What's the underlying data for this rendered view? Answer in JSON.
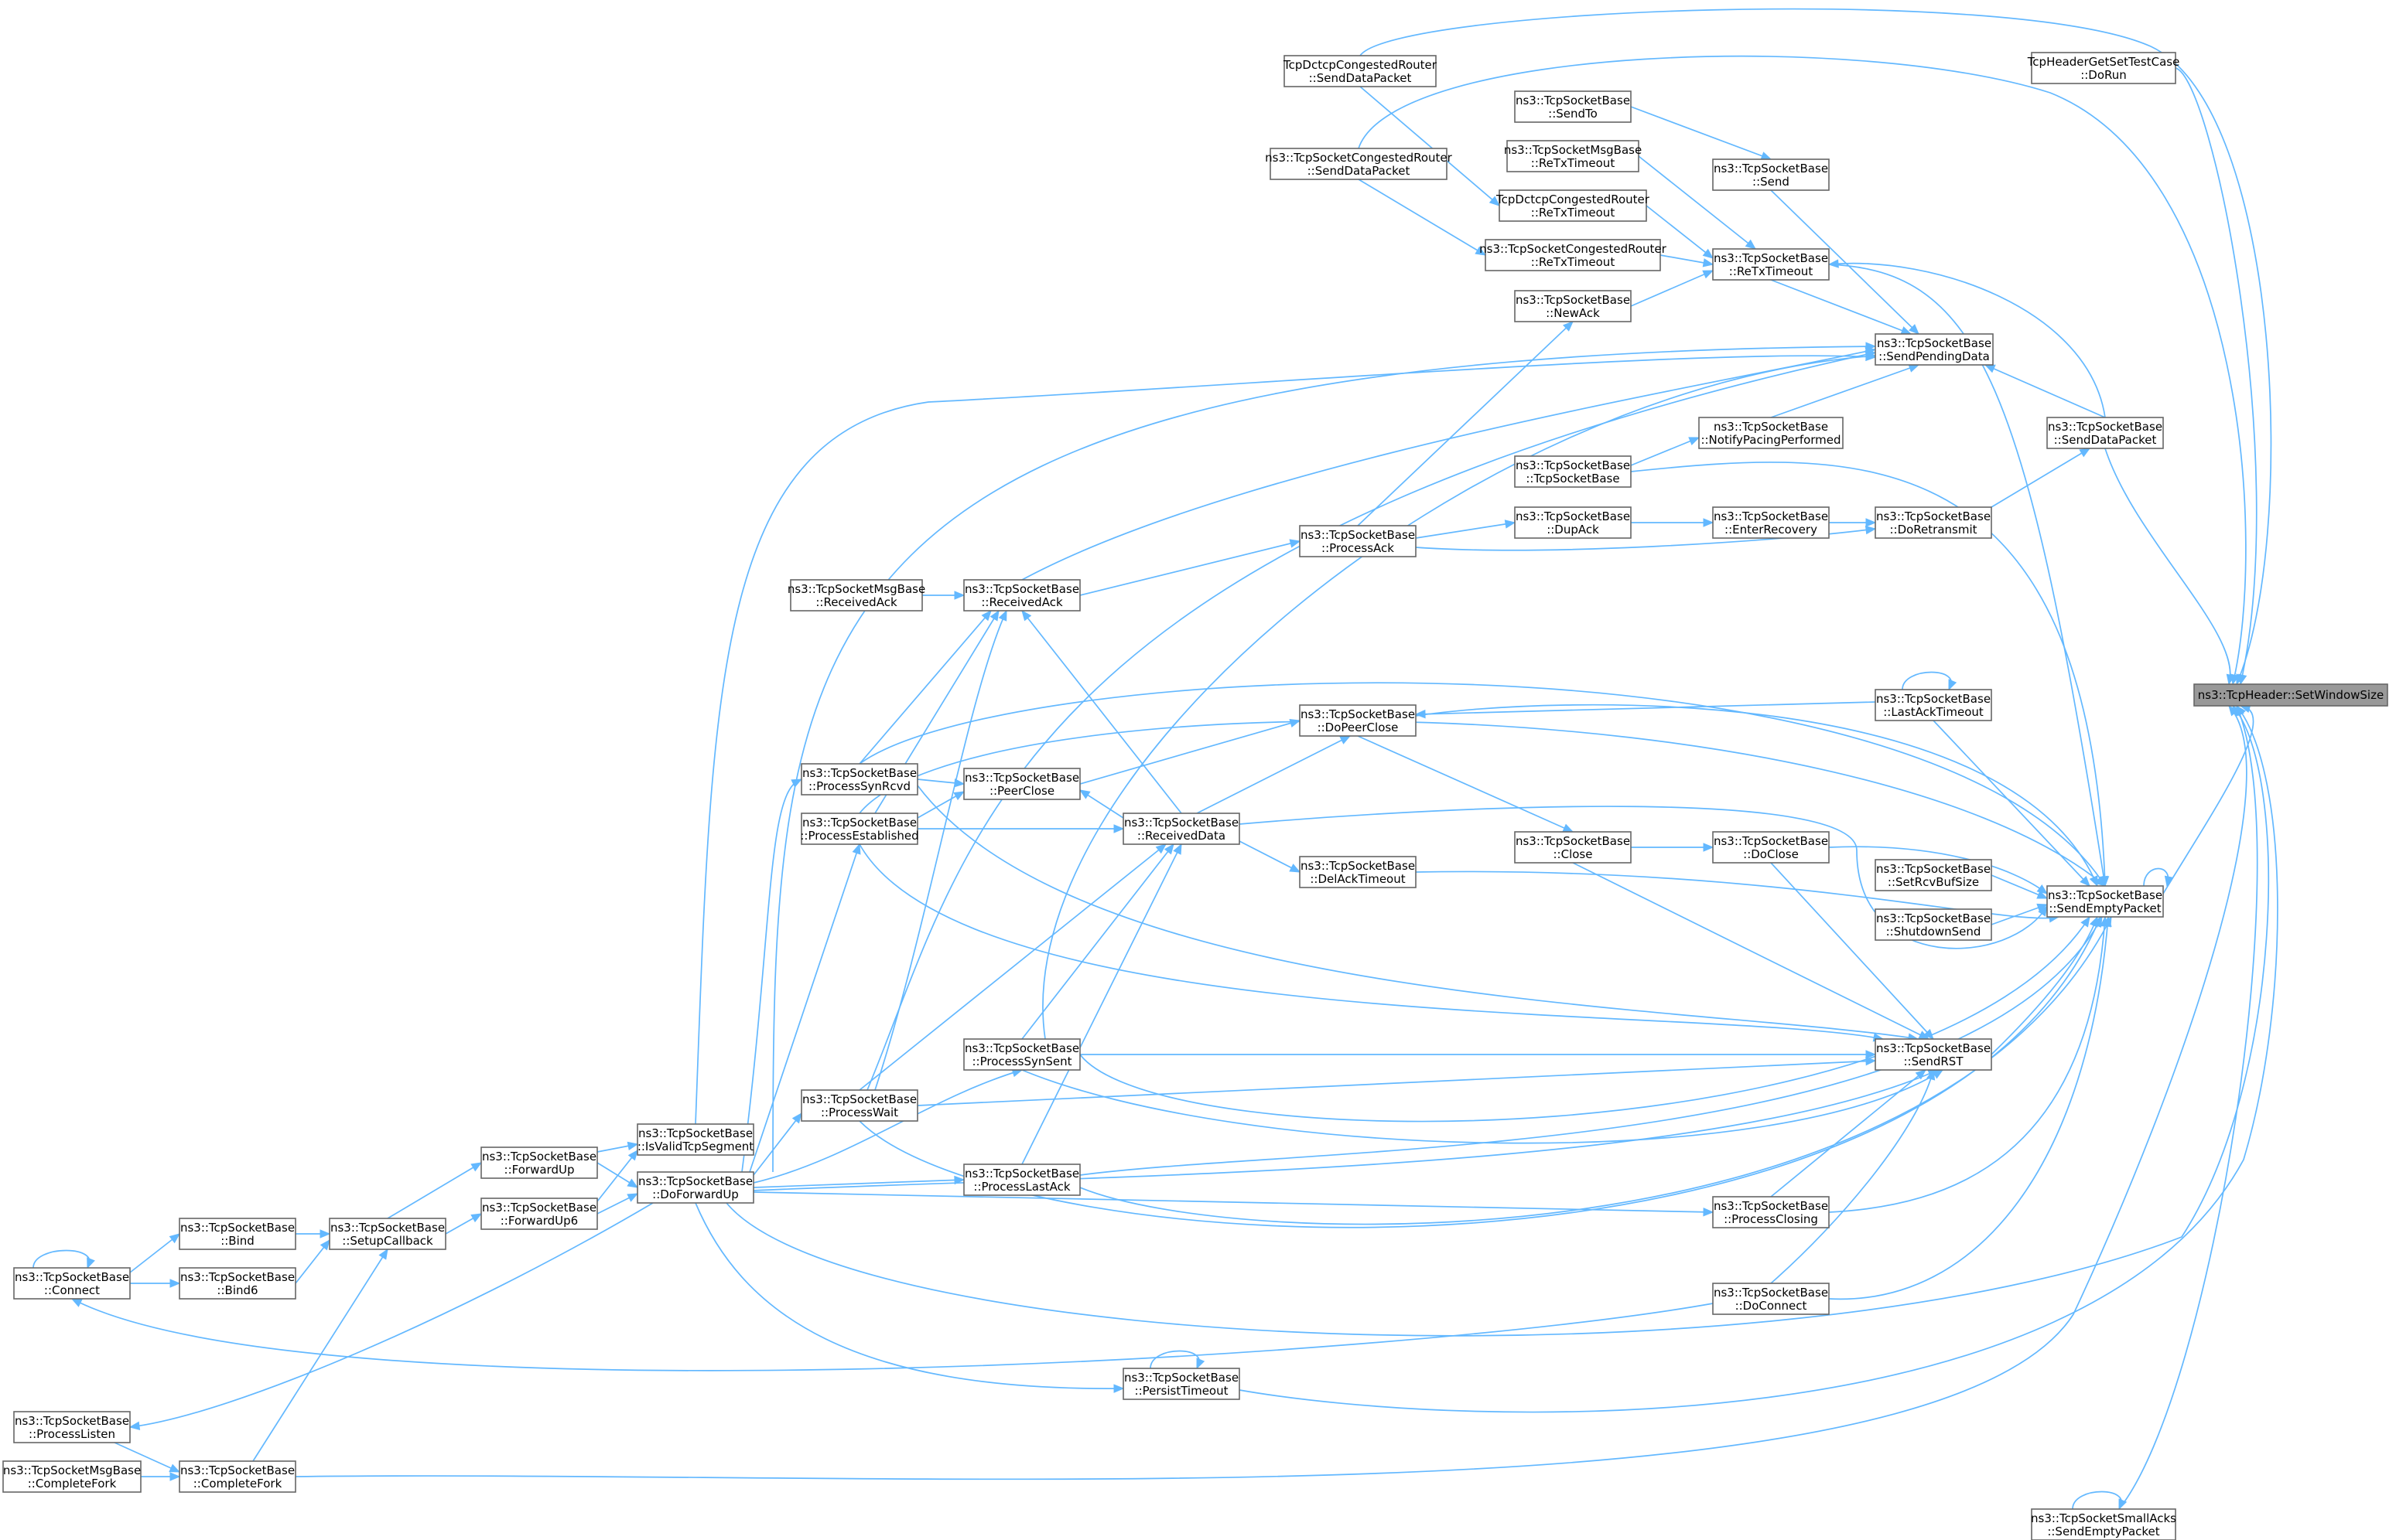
{
  "colors": {
    "edge": "#63b8ff",
    "node_border": "#666666",
    "node_fill": "#ffffff",
    "highlight_fill": "#999999"
  },
  "nodes": {
    "n_setws": {
      "l1": "ns3::TcpHeader::SetWindowSize",
      "l2": ""
    },
    "n_tcphdrgsc": {
      "l1": "TcpHeaderGetSetTestCase",
      "l2": "::DoRun"
    },
    "n_dctcp_sdp": {
      "l1": "TcpDctcpCongestedRouter",
      "l2": "::SendDataPacket"
    },
    "n_cong_sdp": {
      "l1": "ns3::TcpSocketCongestedRouter",
      "l2": "::SendDataPacket"
    },
    "n_sendto": {
      "l1": "ns3::TcpSocketBase",
      "l2": "::SendTo"
    },
    "n_msg_retx": {
      "l1": "ns3::TcpSocketMsgBase",
      "l2": "::ReTxTimeout"
    },
    "n_send": {
      "l1": "ns3::TcpSocketBase",
      "l2": "::Send"
    },
    "n_dctcp_retx": {
      "l1": "TcpDctcpCongestedRouter",
      "l2": "::ReTxTimeout"
    },
    "n_cong_retx": {
      "l1": "ns3::TcpSocketCongestedRouter",
      "l2": "::ReTxTimeout"
    },
    "n_retx": {
      "l1": "ns3::TcpSocketBase",
      "l2": "::ReTxTimeout"
    },
    "n_newack": {
      "l1": "ns3::TcpSocketBase",
      "l2": "::NewAck"
    },
    "n_spd": {
      "l1": "ns3::TcpSocketBase",
      "l2": "::SendPendingData"
    },
    "n_npp": {
      "l1": "ns3::TcpSocketBase",
      "l2": "::NotifyPacingPerformed"
    },
    "n_ctor": {
      "l1": "ns3::TcpSocketBase",
      "l2": "::TcpSocketBase"
    },
    "n_sdp": {
      "l1": "ns3::TcpSocketBase",
      "l2": "::SendDataPacket"
    },
    "n_dupack": {
      "l1": "ns3::TcpSocketBase",
      "l2": "::DupAck"
    },
    "n_enterrec": {
      "l1": "ns3::TcpSocketBase",
      "l2": "::EnterRecovery"
    },
    "n_doretx": {
      "l1": "ns3::TcpSocketBase",
      "l2": "::DoRetransmit"
    },
    "n_procack": {
      "l1": "ns3::TcpSocketBase",
      "l2": "::ProcessAck"
    },
    "n_msg_recvack": {
      "l1": "ns3::TcpSocketMsgBase",
      "l2": "::ReceivedAck"
    },
    "n_recvack": {
      "l1": "ns3::TcpSocketBase",
      "l2": "::ReceivedAck"
    },
    "n_lastack": {
      "l1": "ns3::TcpSocketBase",
      "l2": "::LastAckTimeout"
    },
    "n_dopeerclose": {
      "l1": "ns3::TcpSocketBase",
      "l2": "::DoPeerClose"
    },
    "n_synrcvd": {
      "l1": "ns3::TcpSocketBase",
      "l2": "::ProcessSynRcvd"
    },
    "n_peerclose": {
      "l1": "ns3::TcpSocketBase",
      "l2": "::PeerClose"
    },
    "n_procest": {
      "l1": "ns3::TcpSocketBase",
      "l2": "::ProcessEstablished"
    },
    "n_recvdata": {
      "l1": "ns3::TcpSocketBase",
      "l2": "::ReceivedData"
    },
    "n_close": {
      "l1": "ns3::TcpSocketBase",
      "l2": "::Close"
    },
    "n_doclose": {
      "l1": "ns3::TcpSocketBase",
      "l2": "::DoClose"
    },
    "n_setrcvbuf": {
      "l1": "ns3::TcpSocketBase",
      "l2": "::SetRcvBufSize"
    },
    "n_sep": {
      "l1": "ns3::TcpSocketBase",
      "l2": "::SendEmptyPacket"
    },
    "n_shutdownsend": {
      "l1": "ns3::TcpSocketBase",
      "l2": "::ShutdownSend"
    },
    "n_delack": {
      "l1": "ns3::TcpSocketBase",
      "l2": "::DelAckTimeout"
    },
    "n_synsent": {
      "l1": "ns3::TcpSocketBase",
      "l2": "::ProcessSynSent"
    },
    "n_sendrst": {
      "l1": "ns3::TcpSocketBase",
      "l2": "::SendRST"
    },
    "n_procwait": {
      "l1": "ns3::TcpSocketBase",
      "l2": "::ProcessWait"
    },
    "n_isvalid": {
      "l1": "ns3::TcpSocketBase",
      "l2": "::IsValidTcpSegment"
    },
    "n_fwdup": {
      "l1": "ns3::TcpSocketBase",
      "l2": "::ForwardUp"
    },
    "n_dofwdup": {
      "l1": "ns3::TcpSocketBase",
      "l2": "::DoForwardUp"
    },
    "n_proclastack": {
      "l1": "ns3::TcpSocketBase",
      "l2": "::ProcessLastAck"
    },
    "n_bind": {
      "l1": "ns3::TcpSocketBase",
      "l2": "::Bind"
    },
    "n_setupcb": {
      "l1": "ns3::TcpSocketBase",
      "l2": "::SetupCallback"
    },
    "n_fwdup6": {
      "l1": "ns3::TcpSocketBase",
      "l2": "::ForwardUp6"
    },
    "n_procclosing": {
      "l1": "ns3::TcpSocketBase",
      "l2": "::ProcessClosing"
    },
    "n_connect": {
      "l1": "ns3::TcpSocketBase",
      "l2": "::Connect"
    },
    "n_bind6": {
      "l1": "ns3::TcpSocketBase",
      "l2": "::Bind6"
    },
    "n_doconnect": {
      "l1": "ns3::TcpSocketBase",
      "l2": "::DoConnect"
    },
    "n_persist": {
      "l1": "ns3::TcpSocketBase",
      "l2": "::PersistTimeout"
    },
    "n_proclisten": {
      "l1": "ns3::TcpSocketBase",
      "l2": "::ProcessListen"
    },
    "n_msg_fork": {
      "l1": "ns3::TcpSocketMsgBase",
      "l2": "::CompleteFork"
    },
    "n_completefork": {
      "l1": "ns3::TcpSocketBase",
      "l2": "::CompleteFork"
    },
    "n_smallacks": {
      "l1": "ns3::TcpSocketSmallAcks",
      "l2": "::SendEmptyPacket"
    }
  }
}
